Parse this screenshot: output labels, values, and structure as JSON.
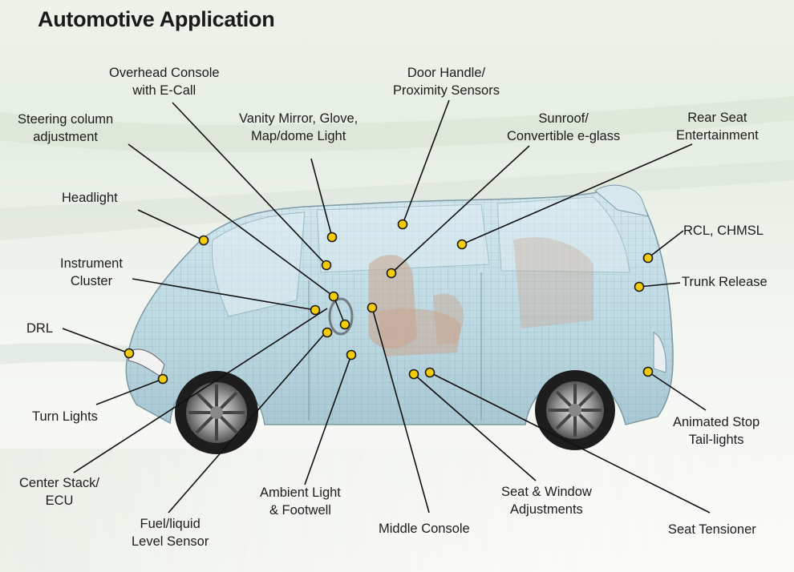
{
  "title": "Automotive Application",
  "labels": {
    "overhead": [
      "Overhead Console",
      "with E-Call"
    ],
    "door": [
      "Door Handle/",
      "Proximity Sensors"
    ],
    "steering": [
      "Steering column",
      "adjustment"
    ],
    "vanity": [
      "Vanity Mirror, Glove,",
      "Map/dome Light"
    ],
    "sunroof": [
      "Sunroof/",
      "Convertible e-glass"
    ],
    "rearseat": [
      "Rear Seat",
      "Entertainment"
    ],
    "headlight": [
      "Headlight"
    ],
    "rcl": [
      "RCL, CHMSL"
    ],
    "instrument": [
      "Instrument",
      "Cluster"
    ],
    "trunk": [
      "Trunk Release"
    ],
    "drl": [
      "DRL"
    ],
    "turn": [
      "Turn Lights"
    ],
    "animated": [
      "Animated Stop",
      "Tail-lights"
    ],
    "center": [
      "Center Stack/",
      "ECU"
    ],
    "ambient": [
      "Ambient Light",
      "& Footwell"
    ],
    "seatwin": [
      "Seat & Window",
      "Adjustments"
    ],
    "fuel": [
      "Fuel/liquid",
      "Level Sensor"
    ],
    "middle": [
      "Middle Console"
    ],
    "tensioner": [
      "Seat Tensioner"
    ]
  },
  "colors": {
    "marker": "#f5cc00",
    "marker_stroke": "#1a1a1a",
    "leader": "#111111",
    "car_body": "#bcd9e3",
    "car_mesh": "#6e8c99"
  }
}
